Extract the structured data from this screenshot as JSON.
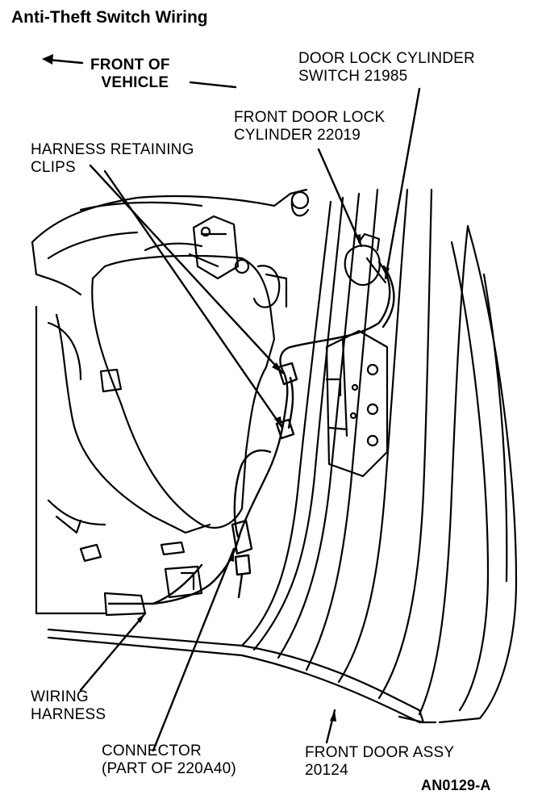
{
  "title": "Anti-Theft Switch Wiring",
  "figure_code": "AN0129-A",
  "labels": {
    "front_of_vehicle": [
      "FRONT OF",
      "VEHICLE"
    ],
    "door_lock_cylinder_switch": [
      "DOOR LOCK CYLINDER",
      "SWITCH 21985"
    ],
    "front_door_lock_cylinder": [
      "FRONT DOOR LOCK",
      "CYLINDER 22019"
    ],
    "harness_retaining_clips": [
      "HARNESS RETAINING",
      "CLIPS"
    ],
    "wiring_harness": [
      "WIRING",
      "HARNESS"
    ],
    "connector": [
      "CONNECTOR",
      "(PART OF 220A40)"
    ],
    "front_door_assy": [
      "FRONT DOOR ASSY",
      "20124"
    ]
  }
}
